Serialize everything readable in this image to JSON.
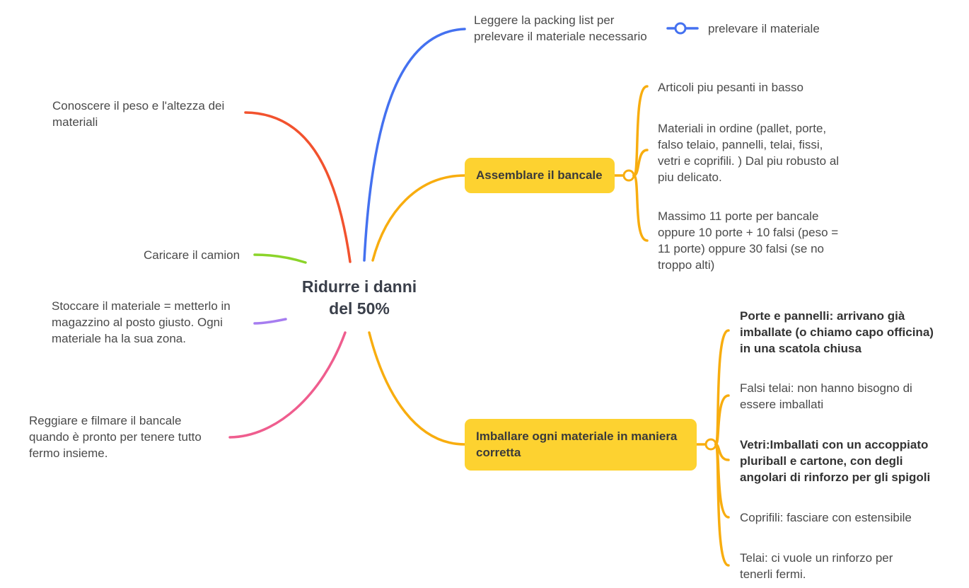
{
  "colors": {
    "blue": "#4471f0",
    "red": "#f2522e",
    "green": "#8bd42a",
    "purple": "#a67df0",
    "pink": "#ef5d8e",
    "orange": "#f8ad0f",
    "pill": "#fdd230"
  },
  "central": {
    "line1": "Ridurre i danni",
    "line2": "del 50%"
  },
  "packing": {
    "line1": "Leggere la packing list per",
    "line2": "prelevare il materiale necessario",
    "child": "prelevare il materiale"
  },
  "assemblare": {
    "label": "Assemblare il bancale",
    "children": [
      {
        "lines": [
          "Articoli piu pesanti in basso"
        ]
      },
      {
        "lines": [
          "Materiali in ordine (pallet, porte,",
          "falso telaio, pannelli, telai, fissi,",
          "vetri e coprifili. ) Dal piu robusto al",
          "piu delicato."
        ]
      },
      {
        "lines": [
          "Massimo 11 porte per bancale",
          "oppure 10 porte + 10 falsi (peso =",
          "11 porte) oppure 30 falsi (se no",
          "troppo alti)"
        ]
      }
    ]
  },
  "imballare": {
    "label_line1": "Imballare ogni materiale in maniera",
    "label_line2": "corretta",
    "children": [
      {
        "lines": [
          "Porte e pannelli: arrivano già",
          "imballate (o chiamo capo officina)",
          "in una scatola chiusa"
        ]
      },
      {
        "lines": [
          "Falsi telai: non hanno bisogno di",
          "essere imballati"
        ]
      },
      {
        "lines": [
          "Vetri:Imballati con un accoppiato",
          "pluriball e cartone, con degli",
          "angolari di rinforzo per gli spigoli"
        ]
      },
      {
        "lines": [
          "Coprifili: fasciare con estensibile"
        ]
      },
      {
        "lines": [
          "Telai: ci vuole un rinforzo per",
          "tenerli fermi."
        ]
      }
    ]
  },
  "left": {
    "peso": {
      "lines": [
        "Conoscere il peso e l'altezza dei",
        "materiali"
      ]
    },
    "camion": {
      "lines": [
        "Caricare il camion"
      ]
    },
    "stoccare": {
      "lines": [
        "Stoccare il materiale = metterlo in",
        "magazzino al posto giusto. Ogni",
        "materiale ha la sua zona."
      ]
    },
    "reggiare": {
      "lines": [
        "Reggiare e filmare il bancale",
        "quando è pronto per tenere tutto",
        "fermo insieme."
      ]
    }
  }
}
